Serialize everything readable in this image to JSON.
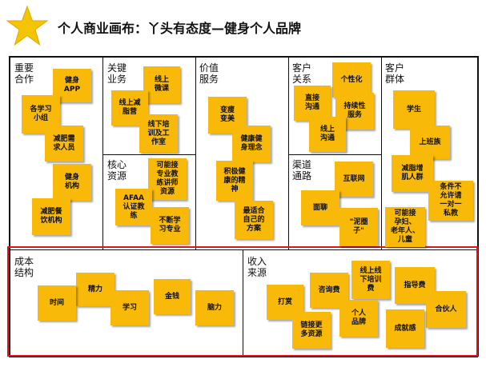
{
  "title": "个人商业画布：丫头有态度—健身个人品牌",
  "accent_color": "#f9b908",
  "highlight_color": "#e0141e",
  "sections": {
    "key_partners": {
      "label": "重要\n合作",
      "notes": [
        "健身\nAPP",
        "各学习\n小组",
        "减肥需\n求人员",
        "健身\n机构",
        "减肥餐\n饮机构"
      ]
    },
    "key_activities": {
      "label": "关键\n业务",
      "notes": [
        "线上\n微课",
        "线上减\n脂营",
        "线下培\n训及工\n作室"
      ]
    },
    "key_resources": {
      "label": "核心\n资源",
      "notes": [
        "可能接\n专业教\n练讲师\n资源",
        "AFAA\n认证教\n练",
        "不断学\n习专业"
      ]
    },
    "value_proposition": {
      "label": "价值\n服务",
      "notes": [
        "变瘦\n变美",
        "健康健\n身理念",
        "积极健\n康的精\n神",
        "最适合\n自己的\n方案"
      ]
    },
    "customer_relationships": {
      "label": "客户\n关系",
      "notes": [
        "个性化",
        "直接\n沟通",
        "持续性\n服务",
        "线上\n沟通"
      ]
    },
    "channels": {
      "label": "渠道\n通路",
      "notes": [
        "互联网",
        "面聊",
        "\"泥圈\n子\""
      ]
    },
    "customer_segments": {
      "label": "客户\n群体",
      "notes": [
        "学生",
        "上班族",
        "减脂增\n肌人群",
        "条件不\n允许请\n一对一\n私教",
        "可能接\n孕妇、\n老年人、\n儿童"
      ]
    },
    "cost_structure": {
      "label": "成本\n结构",
      "notes": [
        "精力",
        "时间",
        "学习",
        "金钱",
        "脑力"
      ]
    },
    "revenue_streams": {
      "label": "收入\n来源",
      "notes": [
        "线上线\n下培训\n费",
        "咨询费",
        "指导费",
        "打赏",
        "个人\n品牌",
        "合伙人",
        "链接更\n多资源",
        "成就感"
      ]
    }
  }
}
